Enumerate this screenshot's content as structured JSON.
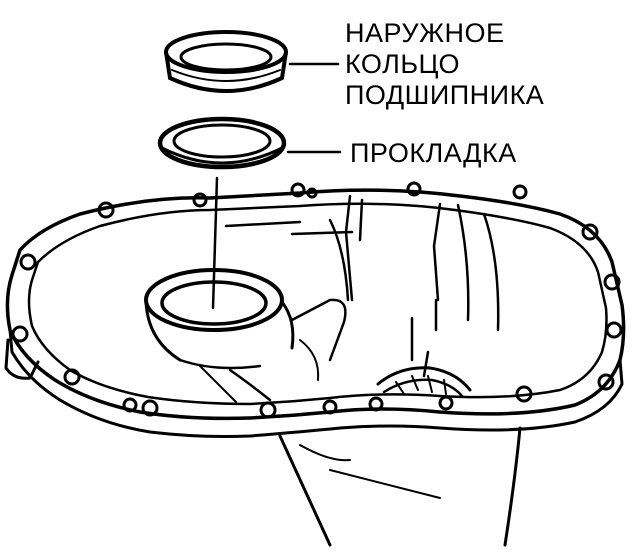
{
  "labels": {
    "bearing_outer_ring": [
      "НАРУЖНОЕ",
      "КОЛЬЦО",
      "ПОДШИПНИКА"
    ],
    "gasket": "ПРОКЛАДКА"
  },
  "colors": {
    "ink": "#000000",
    "paper": "#ffffff"
  }
}
